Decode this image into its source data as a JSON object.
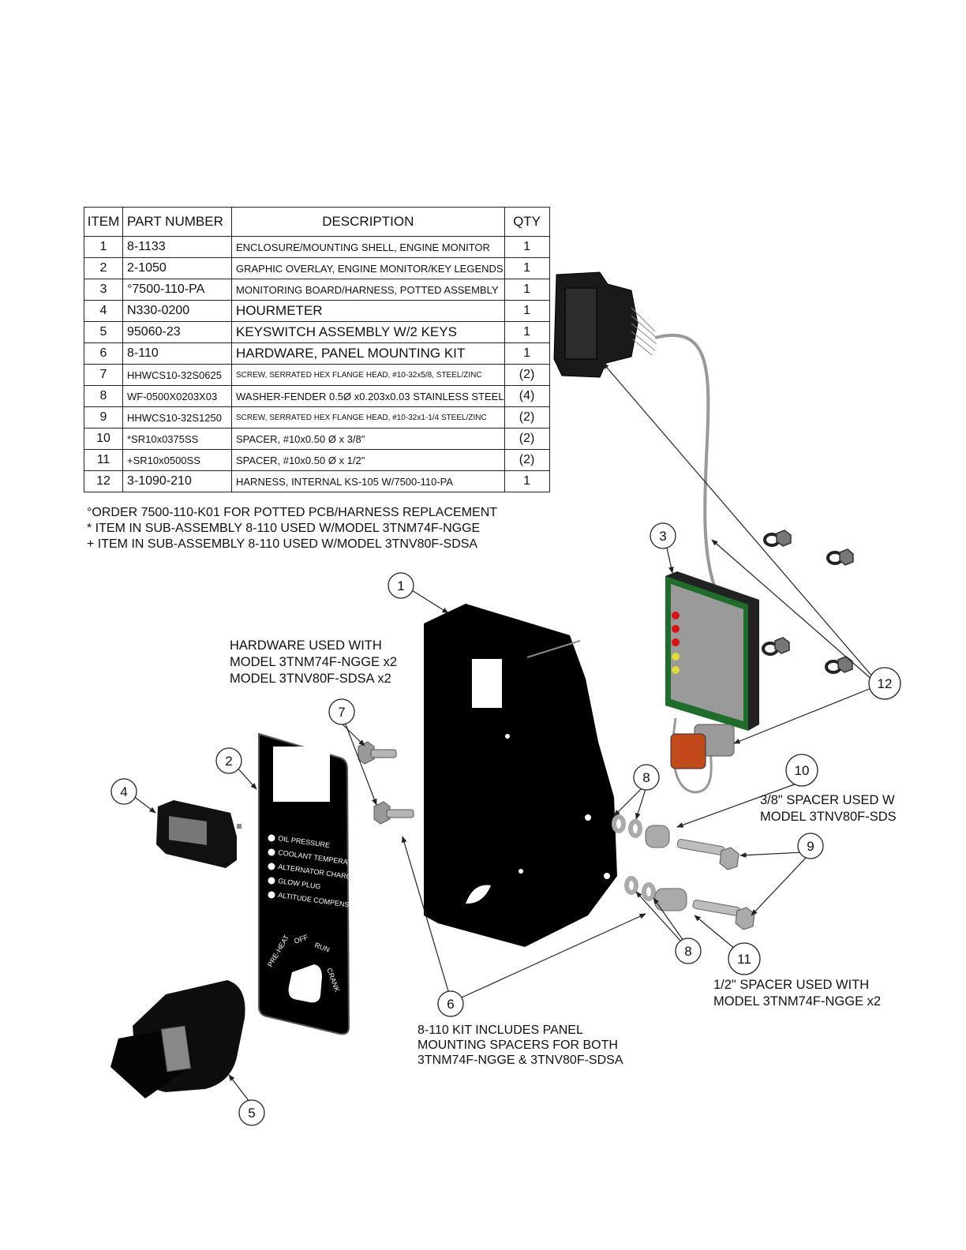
{
  "bom": {
    "headers": [
      "ITEM",
      "PART NUMBER",
      "DESCRIPTION",
      "QTY"
    ],
    "rows": [
      {
        "item": "1",
        "part": "8-1133",
        "desc": "ENCLOSURE/MOUNTING SHELL, ENGINE MONITOR",
        "qty": "1"
      },
      {
        "item": "2",
        "part": "2-1050",
        "desc": "GRAPHIC OVERLAY, ENGINE MONITOR/KEY LEGENDS",
        "qty": "1"
      },
      {
        "item": "3",
        "part": "°7500-110-PA",
        "desc": "MONITORING BOARD/HARNESS, POTTED ASSEMBLY",
        "qty": "1"
      },
      {
        "item": "4",
        "part": "N330-0200",
        "desc": "HOURMETER",
        "qty": "1"
      },
      {
        "item": "5",
        "part": "95060-23",
        "desc": "KEYSWITCH ASSEMBLY W/2 KEYS",
        "qty": "1"
      },
      {
        "item": "6",
        "part": "8-110",
        "desc": "HARDWARE, PANEL MOUNTING KIT",
        "qty": "1"
      },
      {
        "item": "7",
        "part": "HHWCS10-32S0625",
        "desc": "SCREW, SERRATED HEX FLANGE HEAD, #10-32x5/8, STEEL/ZINC",
        "qty": "(2)"
      },
      {
        "item": "8",
        "part": "WF-0500X0203X03",
        "desc": "WASHER-FENDER 0.5Ø x0.203x0.03 STAINLESS STEEL",
        "qty": "(4)"
      },
      {
        "item": "9",
        "part": "HHWCS10-32S1250",
        "desc": "SCREW, SERRATED HEX FLANGE HEAD, #10-32x1-1/4 STEEL/ZINC",
        "qty": "(2)"
      },
      {
        "item": "10",
        "part": "*SR10x0375SS",
        "desc": "SPACER, #10x0.50   Ø  x 3/8\"",
        "qty": "(2)"
      },
      {
        "item": "11",
        "part": "+SR10x0500SS",
        "desc": "SPACER, #10x0.50   Ø  x 1/2\"",
        "qty": "(2)"
      },
      {
        "item": "12",
        "part": "3-1090-210",
        "desc": "HARNESS, INTERNAL KS-105 W/7500-110-PA",
        "qty": "1"
      }
    ]
  },
  "notes": [
    "°ORDER 7500-110-K01 FOR POTTED PCB/HARNESS REPLACEMENT",
    "* ITEM IN SUB-ASSEMBLY 8-110 USED W/MODEL 3TNM74F-NGGE",
    "+ ITEM IN SUB-ASSEMBLY 8-110 USED W/MODEL 3TNV80F-SDSA"
  ],
  "callouts": {
    "hardware_note": [
      "HARDWARE USED WITH",
      "MODEL 3TNM74F-NGGE x2",
      "MODEL 3TNV80F-SDSA x2"
    ],
    "spacer_38_note": [
      "3/8\" SPACER USED W",
      "MODEL 3TNV80F-SDS"
    ],
    "spacer_12_note": [
      "1/2\" SPACER USED WITH",
      "MODEL 3TNM74F-NGGE x2"
    ],
    "kit_note": [
      "8-110 KIT INCLUDES PANEL",
      "MOUNTING SPACERS FOR BOTH",
      "3TNM74F-NGGE & 3TNV80F-SDSA"
    ]
  },
  "balloons": [
    "1",
    "2",
    "3",
    "4",
    "5",
    "6",
    "7",
    "8",
    "8",
    "9",
    "10",
    "11",
    "12"
  ],
  "overlay_legends": [
    "OIL PRESSURE",
    "COOLANT TEMPERATURE",
    "ALTERNATOR CHARGE",
    "GLOW PLUG",
    "ALTITUDE COMPENSATION"
  ],
  "key_positions": [
    "PRE-HEAT",
    "OFF",
    "RUN",
    "CRANK"
  ]
}
